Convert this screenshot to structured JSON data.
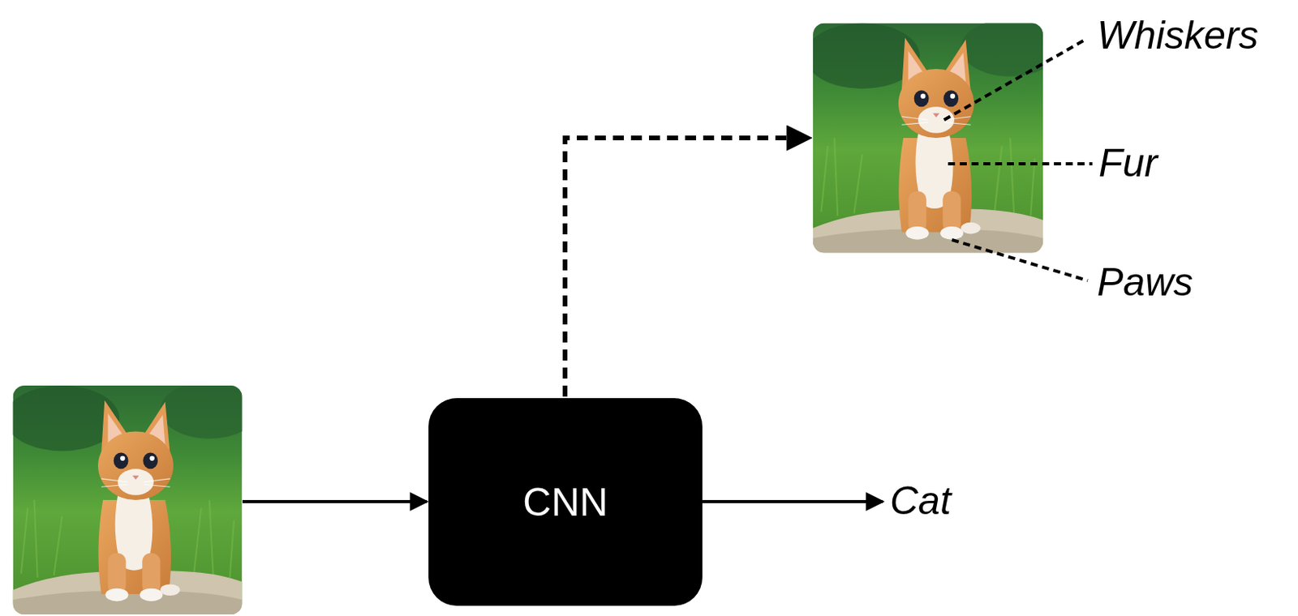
{
  "diagram": {
    "nodes": [
      {
        "text": [
          "CNN"
        ]
      }
    ],
    "labels": [
      "Cat",
      "Whiskers",
      "Fur",
      "Paws"
    ]
  }
}
